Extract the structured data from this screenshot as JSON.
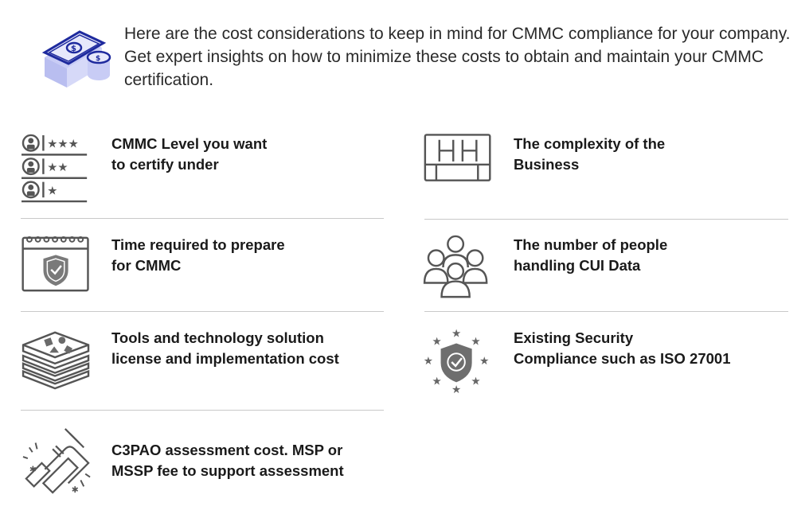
{
  "intro": {
    "text": "Here are the cost considerations to keep in mind for CMMC compliance for your company. Get expert insights on how to minimize these costs to obtain and maintain your CMMC certification.",
    "icon": "money-bills-icon"
  },
  "items": [
    {
      "line1": "CMMC Level you want",
      "line2": "to certify under",
      "icon": "rating-levels-icon"
    },
    {
      "line1": "The complexity of the",
      "line2": "Business",
      "icon": "org-chart-icon"
    },
    {
      "line1": "Time required to prepare",
      "line2": "for CMMC",
      "icon": "calendar-shield-icon"
    },
    {
      "line1": "The number of people",
      "line2": "handling CUI Data",
      "icon": "people-group-icon"
    },
    {
      "line1": "Tools and technology solution",
      "line2": "license and implementation cost",
      "icon": "tech-stack-icon"
    },
    {
      "line1": "Existing Security",
      "line2": "Compliance such as ISO 27001",
      "icon": "shield-stars-icon"
    },
    {
      "line1": "C3PAO assessment cost. MSP or",
      "line2": "MSSP fee to support assessment",
      "icon": "handshake-icon"
    }
  ],
  "colors": {
    "icon_gray": "#555555",
    "money_blue": "#1e2a9e",
    "money_light": "#c8ccf5"
  }
}
